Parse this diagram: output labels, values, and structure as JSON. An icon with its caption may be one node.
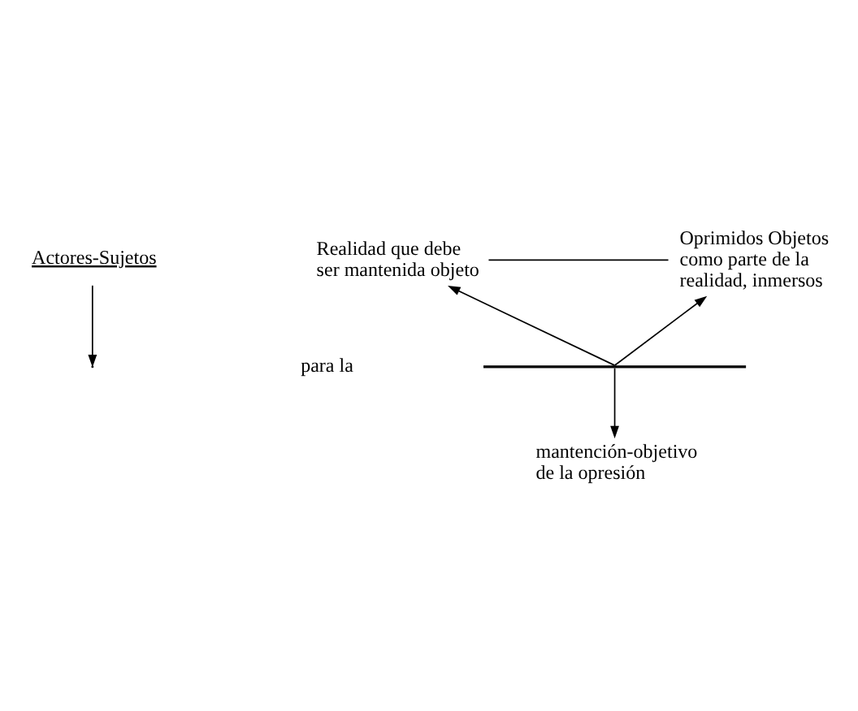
{
  "diagram": {
    "nodes": [
      {
        "text": [
          "Actores-Sujetos"
        ]
      },
      {
        "text": [
          "Realidad que debe ser mantenida objeto"
        ]
      },
      {
        "text": [
          "Oprimidos Objetos como parte de la realidad, inmersos"
        ]
      },
      {
        "text": [],
        "shape": "bar"
      },
      {
        "text": [
          "mantención-objetivo de la opresión"
        ]
      }
    ],
    "edges": [
      {
        "from": 1,
        "to": 2,
        "arrow": "none"
      },
      {
        "from": 0,
        "to": null,
        "arrow": "to"
      },
      {
        "from": 3,
        "to": 1,
        "arrow": "to"
      },
      {
        "from": 3,
        "to": 2,
        "arrow": "to"
      },
      {
        "from": 3,
        "to": 4,
        "arrow": "to"
      }
    ],
    "labels": [
      "para la"
    ]
  }
}
